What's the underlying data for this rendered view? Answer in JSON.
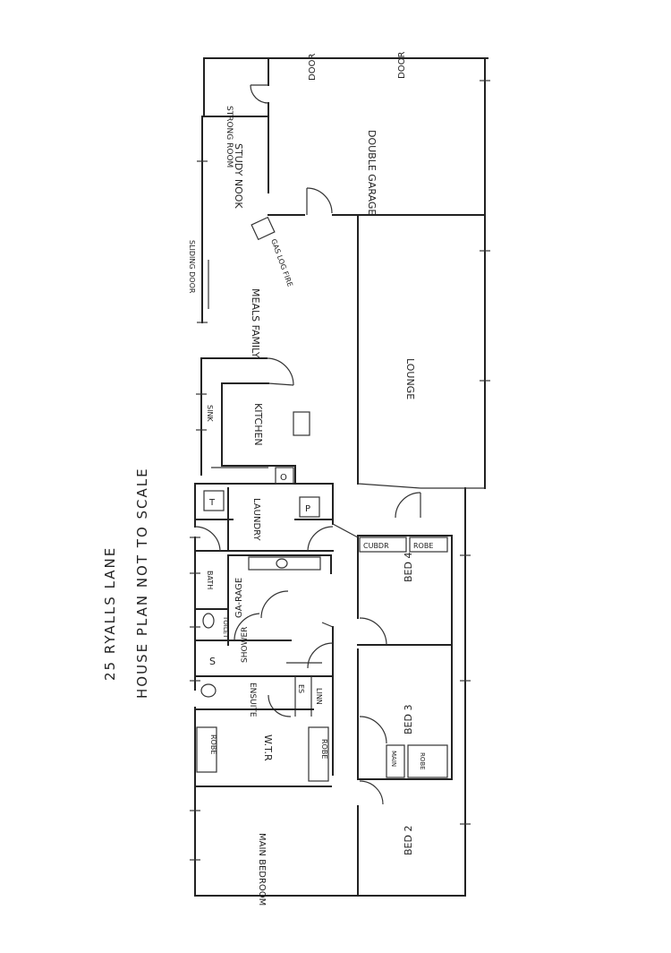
{
  "header": {
    "address": "25 RYALLS LANE",
    "subtitle": "HOUSE PLAN NOT TO SCALE"
  },
  "rooms": {
    "strong_room": "STRONG ROOM",
    "double_garage": "DOUBLE GARAGE",
    "study_nook": "STUDY NOOK",
    "gas_log_fire": "GAS LOG FIRE",
    "sliding_door": "SLIDING DOOR",
    "meals_family": "MEALS FAMILY",
    "lounge": "LOUNGE",
    "sink": "SINK",
    "kitchen": "KITCHEN",
    "laundry": "LAUNDRY",
    "bath": "BATH",
    "garage_small": "GA-RAGE",
    "toilet": "TOILET",
    "shower": "SHOWER",
    "ensuite": "ENSUITE",
    "linen": "LINN",
    "robe_left": "ROBE",
    "wtr": "W.T.R",
    "robe_right": "ROBE",
    "main_bedroom": "MAIN BEDROOM",
    "cupbd": "CUBDR",
    "robe_bed4": "ROBE",
    "bed4": "BED 4",
    "bed3": "BED 3",
    "main_robe": "MAIN",
    "robe_bed3": "ROBE",
    "bed2": "BED 2"
  },
  "symbols": {
    "door": "DOOR",
    "door2": "DOOR",
    "t": "T",
    "p": "P",
    "o": "O",
    "s": "S",
    "es": "ES"
  }
}
